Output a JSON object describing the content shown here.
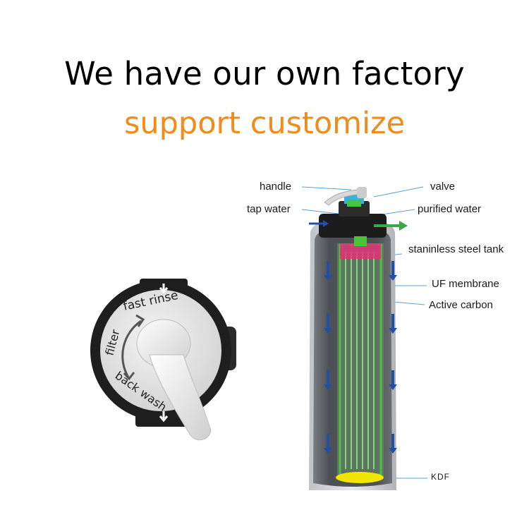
{
  "headline": {
    "line1": "We have our own factory",
    "line2": "support customize",
    "accent_color": "#f08c1e"
  },
  "valve": {
    "positions": [
      "fast rinse",
      "filter",
      "back wash"
    ]
  },
  "filter_labels": {
    "handle": "handle",
    "valve": "valve",
    "tap_water": "tap water",
    "purified_water": "purified water",
    "tank": "staninless steel tank",
    "uf_membrane": "UF membrane",
    "active_carbon": "Active carbon",
    "kdf": "KDF"
  },
  "colors": {
    "tank_body": "#4d5054",
    "membrane": "#4cc23a",
    "membrane_top": "#e0327a",
    "kdf": "#f2e600",
    "flow_arrow": "#1f4fa8",
    "outlet_arrow": "#3aa845"
  }
}
